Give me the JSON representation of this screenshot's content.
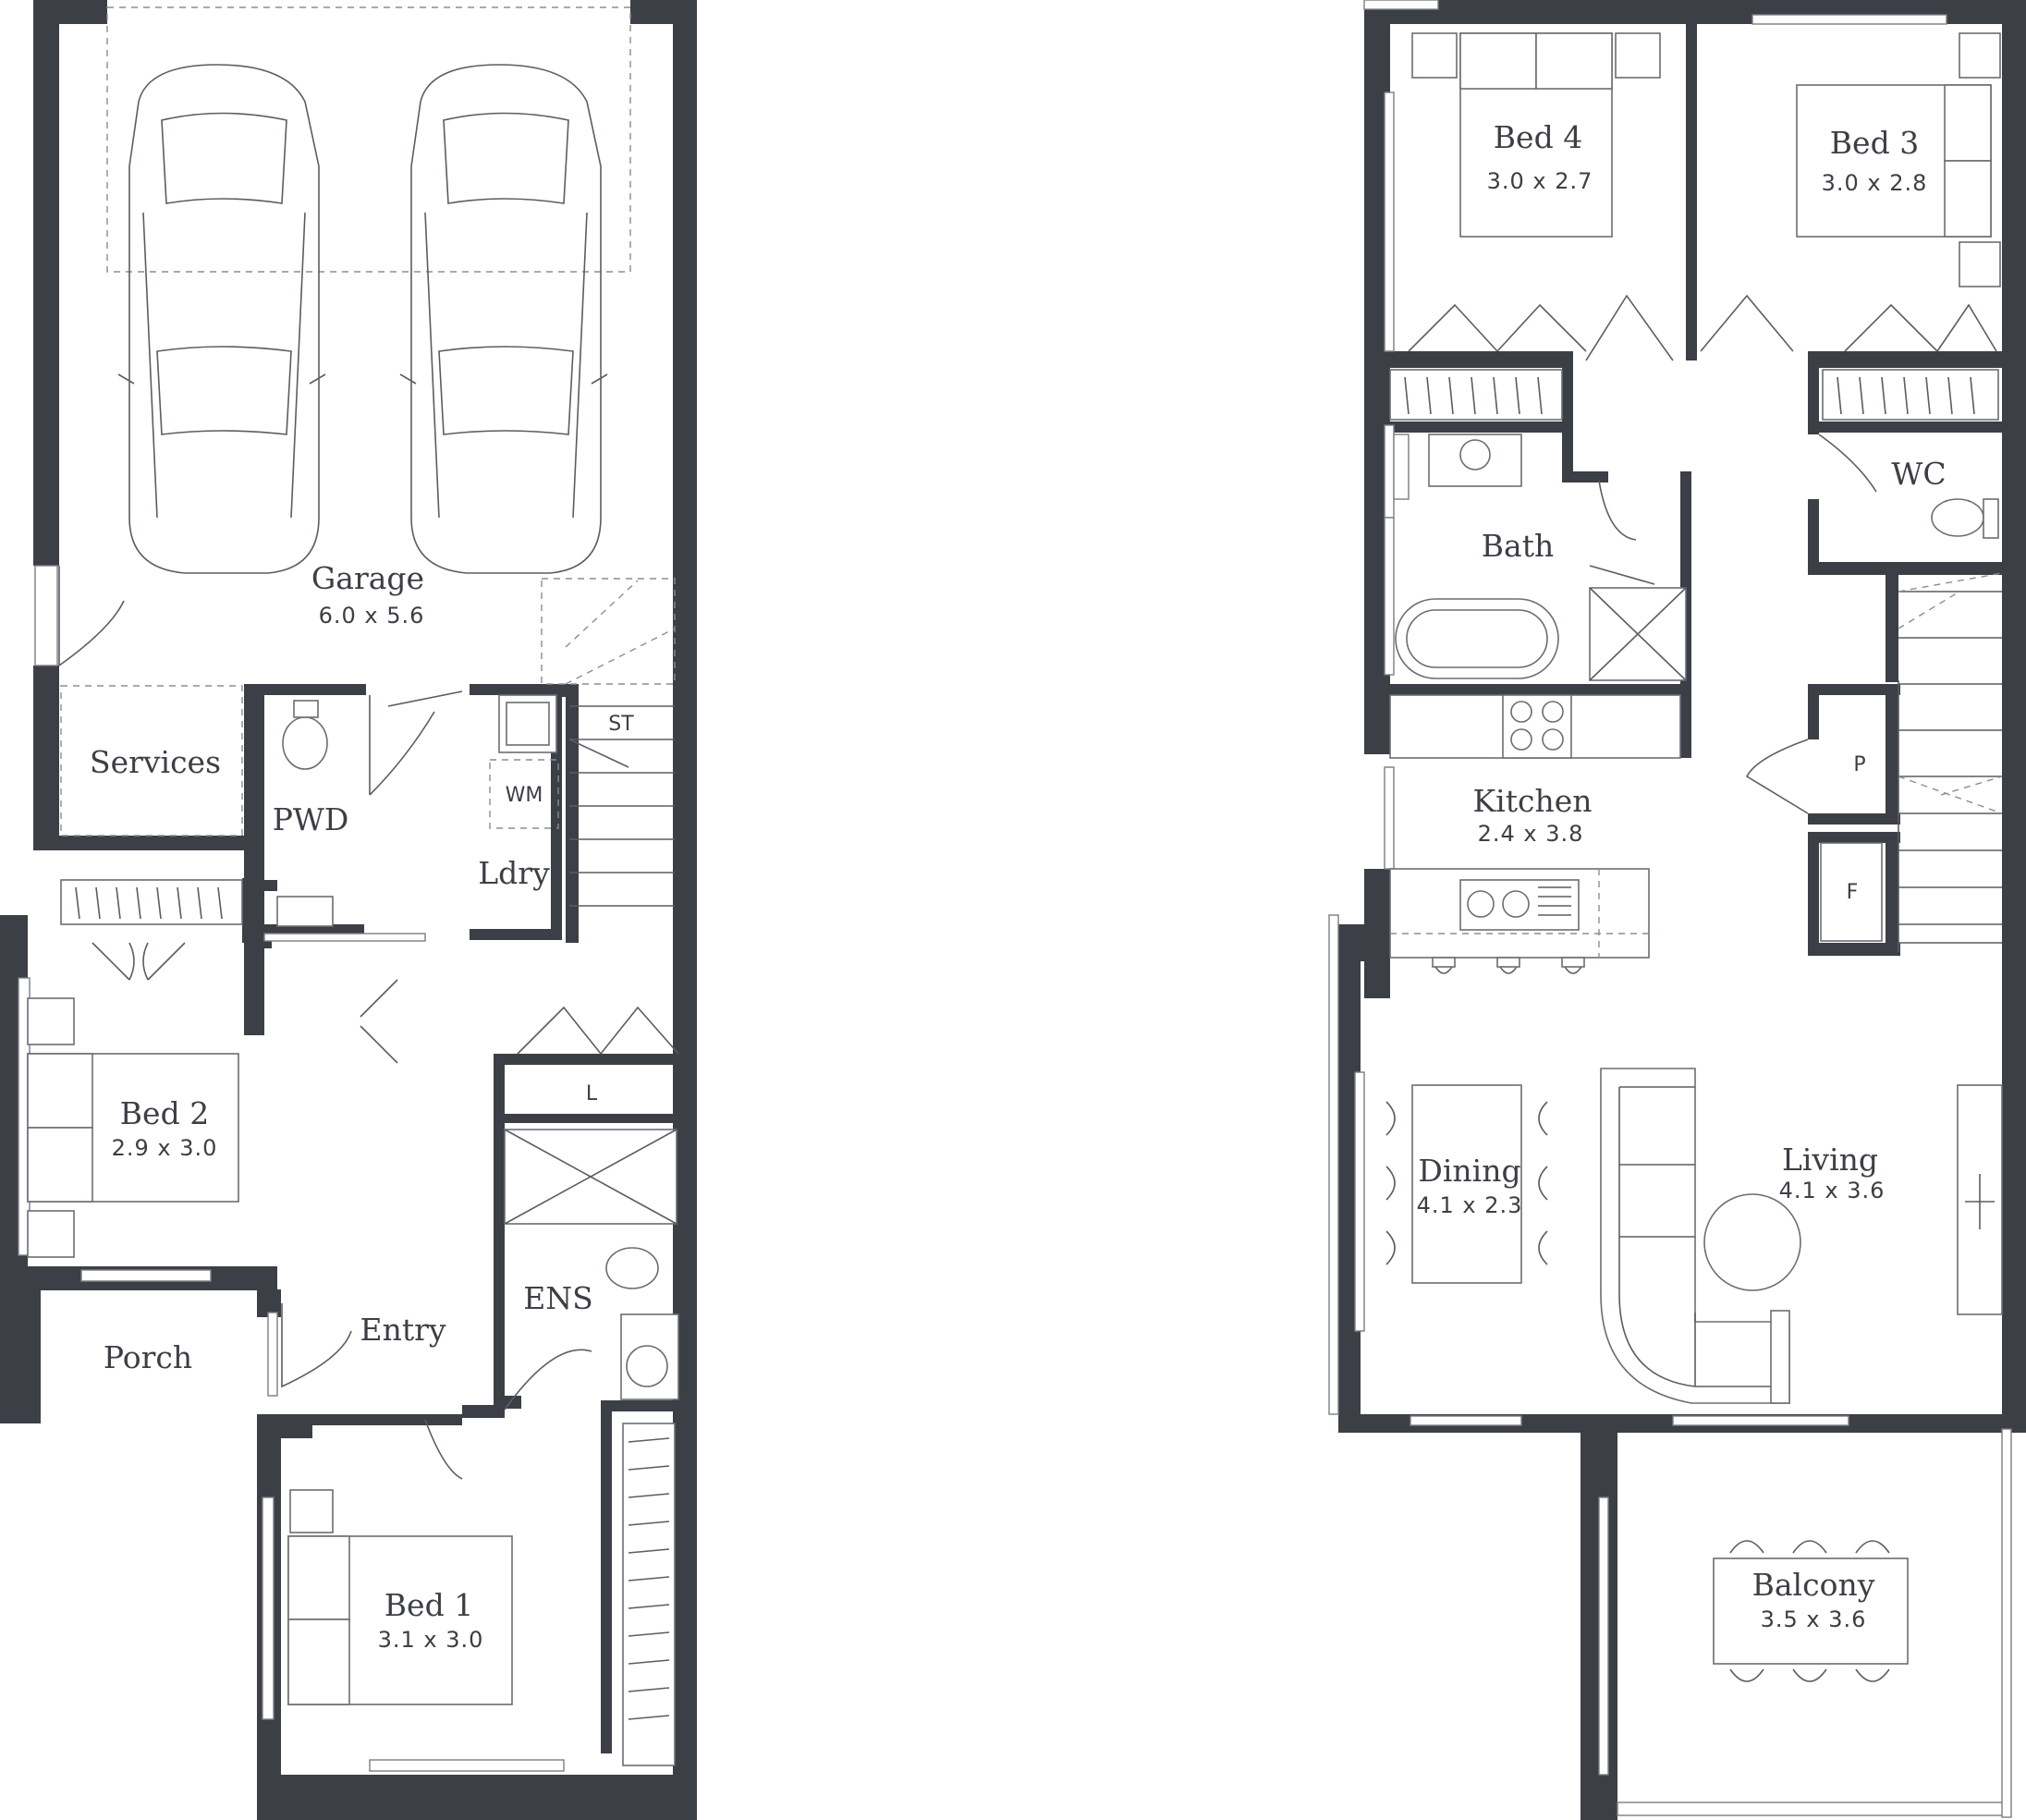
{
  "colors": {
    "wall": "#3c3f45",
    "line": "#5a5d63",
    "background": "#ffffff"
  },
  "ground_floor": {
    "garage": {
      "name": "Garage",
      "size": "6.0 x 5.6"
    },
    "services": {
      "name": "Services"
    },
    "pwd": {
      "name": "PWD"
    },
    "laundry": {
      "name": "Ldry"
    },
    "store": {
      "label": "ST"
    },
    "washing_machine": {
      "label": "WM"
    },
    "linen": {
      "label": "L"
    },
    "bed2": {
      "name": "Bed 2",
      "size": "2.9 x 3.0"
    },
    "porch": {
      "name": "Porch"
    },
    "entry": {
      "name": "Entry"
    },
    "ensuite": {
      "name": "ENS"
    },
    "bed1": {
      "name": "Bed 1",
      "size": "3.1 x 3.0"
    }
  },
  "first_floor": {
    "bed4": {
      "name": "Bed 4",
      "size": "3.0 x 2.7"
    },
    "bed3": {
      "name": "Bed 3",
      "size": "3.0 x 2.8"
    },
    "wc": {
      "name": "WC"
    },
    "bath": {
      "name": "Bath"
    },
    "kitchen": {
      "name": "Kitchen",
      "size": "2.4 x 3.8"
    },
    "pantry": {
      "label": "P"
    },
    "fridge": {
      "label": "F"
    },
    "dining": {
      "name": "Dining",
      "size": "4.1 x 2.3"
    },
    "living": {
      "name": "Living",
      "size": "4.1 x 3.6"
    },
    "balcony": {
      "name": "Balcony",
      "size": "3.5 x 3.6"
    }
  }
}
